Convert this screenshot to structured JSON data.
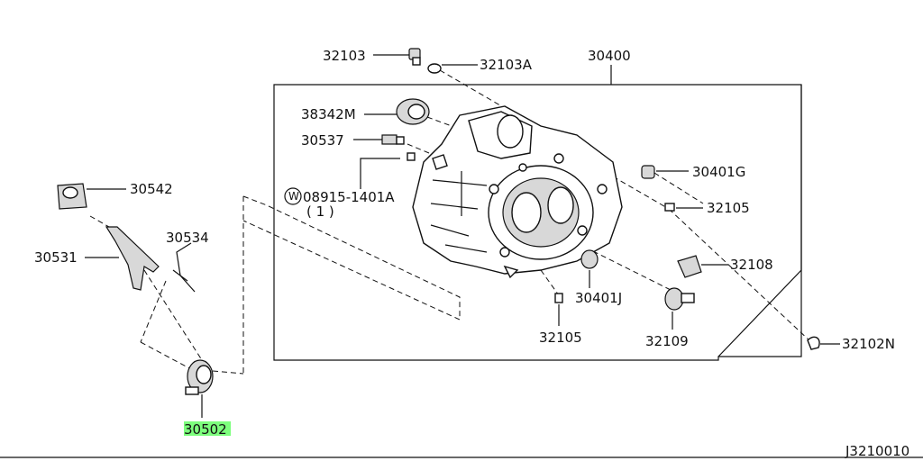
{
  "parts": {
    "p32103": "32103",
    "p32103a": "32103A",
    "p30400": "30400",
    "p38342m": "38342M",
    "p30537": "30537",
    "p08915_circle": "W",
    "p08915": "08915-1401A",
    "p08915_qty": "( 1 )",
    "p30401g": "30401G",
    "p32105a": "32105",
    "p30542": "30542",
    "p30534": "30534",
    "p30531": "30531",
    "p32108": "32108",
    "p30401j": "30401J",
    "p32105b": "32105",
    "p32109": "32109",
    "p32102n": "32102N",
    "p30502": "30502"
  },
  "highlighted_part": "30502",
  "highlight_color": "#7dff7d",
  "diagram_code": "J3210010"
}
